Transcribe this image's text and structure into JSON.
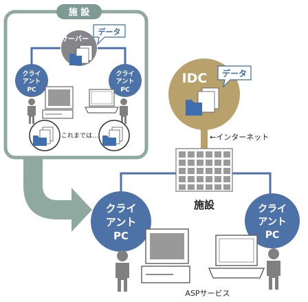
{
  "facility_box": {
    "tab_label": "施 設"
  },
  "server": {
    "label": "サーバー",
    "callout": "データ"
  },
  "client": {
    "label_line1": "クライ",
    "label_line2": "アント",
    "label_line3": "PC"
  },
  "until_now_caption": "これまでは…",
  "idc": {
    "label": "IDC",
    "callout": "データ"
  },
  "internet_label": "←インターネット",
  "facility_label": "施設",
  "asp_caption": "ASPサービス",
  "colors": {
    "box_border": "#8fa8a0",
    "tab": "#7f9a94",
    "server_circle": "#85858a",
    "client_circle": "#4d72a8",
    "idc_circle": "#b8a16a",
    "network_line": "#4d72a8",
    "folder_blue": "#3f6fae",
    "person": "#808080",
    "arrow": "#8fa8a0"
  }
}
